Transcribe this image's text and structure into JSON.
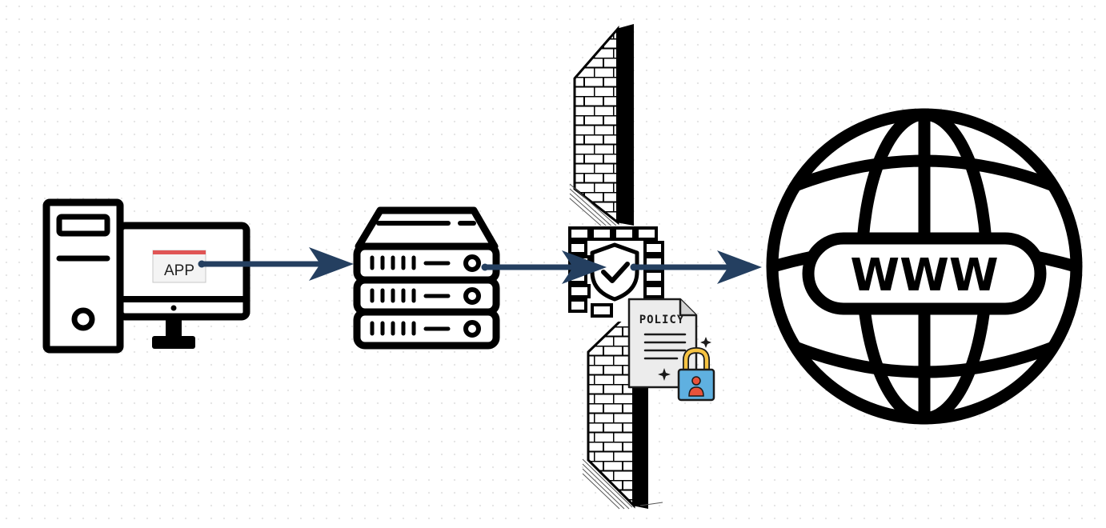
{
  "nodes": {
    "computer": {
      "app_label": "APP"
    },
    "server": {},
    "firewall": {
      "policy_label": "POLICY"
    },
    "internet": {
      "label": "WWW"
    }
  },
  "colors": {
    "arrow": "#243f60",
    "ink": "#000000",
    "policy_paper": "#eeeeee",
    "lock_body": "#5fb0e0",
    "lock_shackle": "#f6c343",
    "lock_person": "#e8533b",
    "app_tab": "#e05555"
  },
  "icons": [
    "desktop-computer-icon",
    "app-window-icon",
    "server-rack-icon",
    "brick-wall-icon",
    "firewall-shield-icon",
    "policy-document-icon",
    "padlock-icon",
    "globe-icon"
  ]
}
